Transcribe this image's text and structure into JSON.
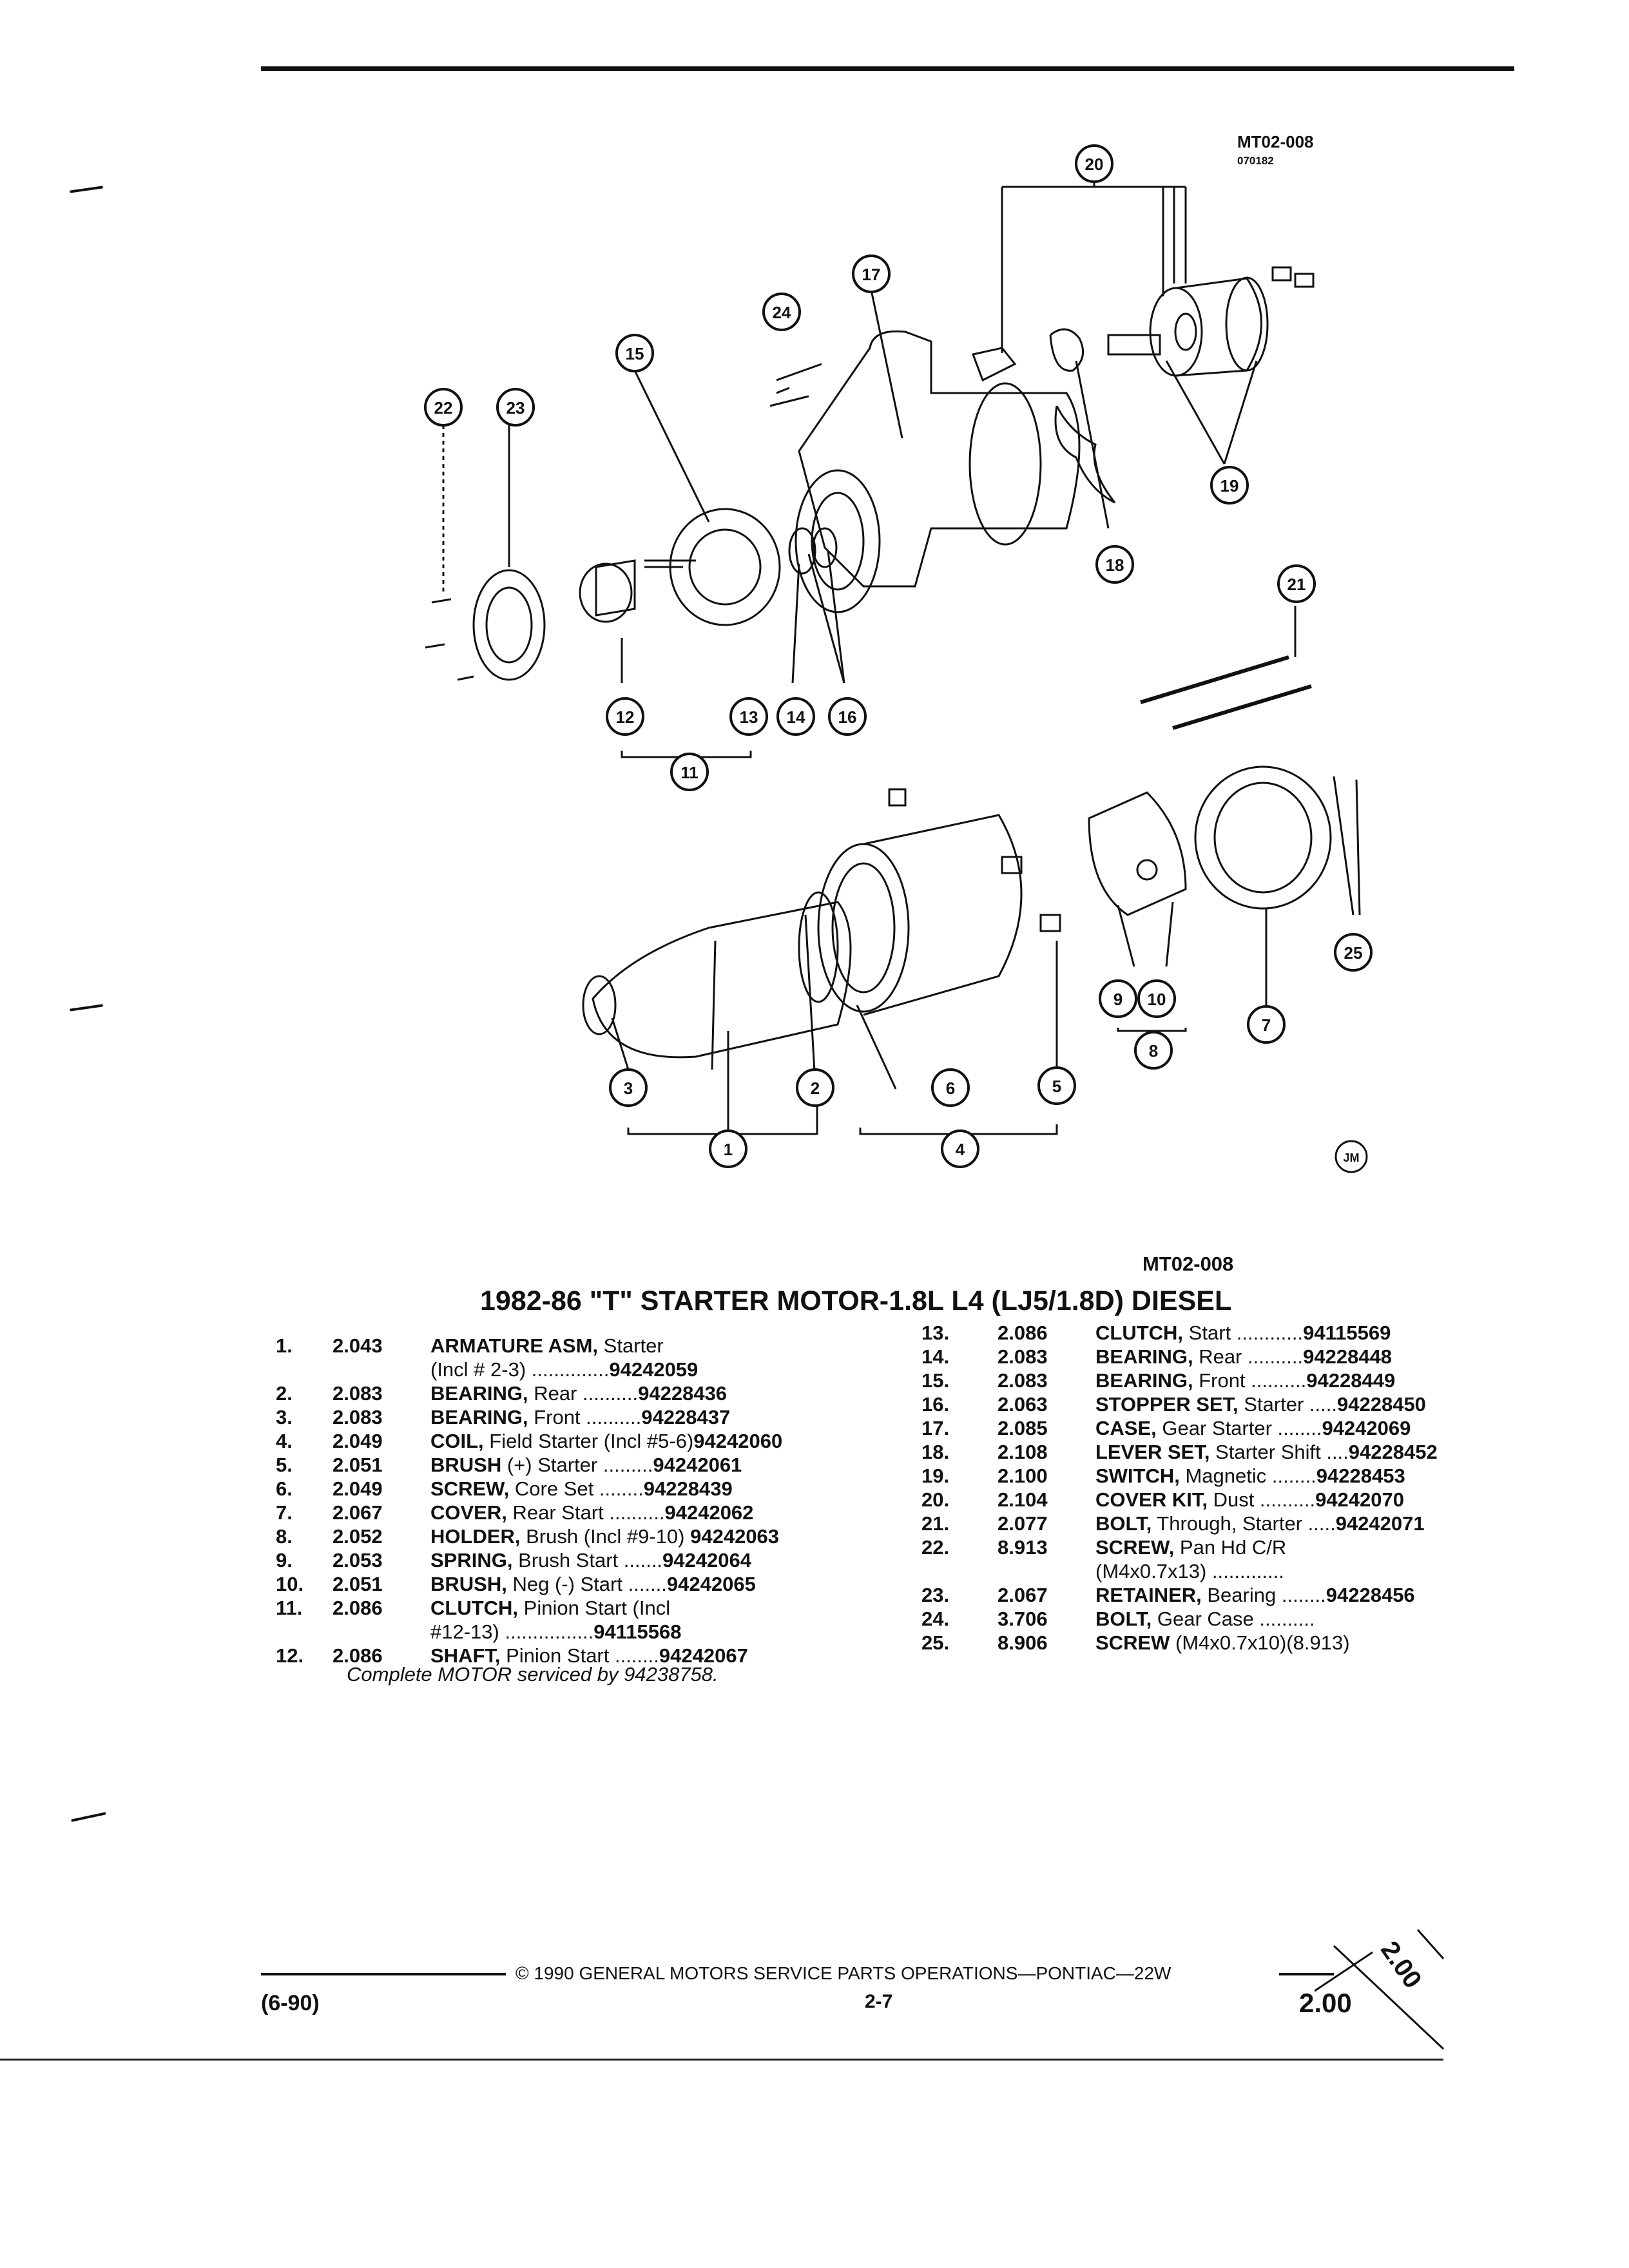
{
  "diagram": {
    "code": "MT02-008",
    "subcode": "070182",
    "artist": "JM",
    "callouts": [
      "1",
      "2",
      "3",
      "4",
      "5",
      "6",
      "7",
      "8",
      "9",
      "10",
      "11",
      "12",
      "13",
      "14",
      "15",
      "16",
      "17",
      "18",
      "19",
      "20",
      "21",
      "22",
      "23",
      "24",
      "25"
    ]
  },
  "figure_code": "MT02-008",
  "title": "1982-86 \"T\" STARTER MOTOR-1.8L L4 (LJ5/1.8D) DIESEL",
  "parts_left": [
    {
      "num": "1.",
      "group": "2.043",
      "name": "ARMATURE ASM,",
      "detail": " Starter",
      "pn": ""
    },
    {
      "num": "",
      "group": "",
      "name": "",
      "detail": "(Incl # 2-3) ..............",
      "pn": "94242059"
    },
    {
      "num": "2.",
      "group": "2.083",
      "name": "BEARING,",
      "detail": " Rear ..........",
      "pn": "94228436"
    },
    {
      "num": "3.",
      "group": "2.083",
      "name": "BEARING,",
      "detail": " Front ..........",
      "pn": "94228437"
    },
    {
      "num": "4.",
      "group": "2.049",
      "name": "COIL,",
      "detail": " Field Starter (Incl #5-6)",
      "pn": "94242060"
    },
    {
      "num": "5.",
      "group": "2.051",
      "name": "BRUSH",
      "detail": " (+) Starter .........",
      "pn": "94242061"
    },
    {
      "num": "6.",
      "group": "2.049",
      "name": "SCREW,",
      "detail": " Core Set ........",
      "pn": "94228439"
    },
    {
      "num": "7.",
      "group": "2.067",
      "name": "COVER,",
      "detail": " Rear Start ..........",
      "pn": "94242062"
    },
    {
      "num": "8.",
      "group": "2.052",
      "name": "HOLDER,",
      "detail": " Brush (Incl #9-10) ",
      "pn": "94242063"
    },
    {
      "num": "9.",
      "group": "2.053",
      "name": "SPRING,",
      "detail": " Brush Start .......",
      "pn": "94242064"
    },
    {
      "num": "10.",
      "group": "2.051",
      "name": "BRUSH,",
      "detail": " Neg (-) Start .......",
      "pn": "94242065"
    },
    {
      "num": "11.",
      "group": "2.086",
      "name": "CLUTCH,",
      "detail": " Pinion Start (Incl",
      "pn": ""
    },
    {
      "num": "",
      "group": "",
      "name": "",
      "detail": "#12-13) ................",
      "pn": "94115568"
    },
    {
      "num": "12.",
      "group": "2.086",
      "name": "SHAFT,",
      "detail": " Pinion Start ........",
      "pn": "94242067"
    }
  ],
  "parts_right": [
    {
      "num": "13.",
      "group": "2.086",
      "name": "CLUTCH,",
      "detail": " Start ............",
      "pn": "94115569"
    },
    {
      "num": "14.",
      "group": "2.083",
      "name": "BEARING,",
      "detail": " Rear ..........",
      "pn": "94228448"
    },
    {
      "num": "15.",
      "group": "2.083",
      "name": "BEARING,",
      "detail": " Front ..........",
      "pn": "94228449"
    },
    {
      "num": "16.",
      "group": "2.063",
      "name": "STOPPER SET,",
      "detail": " Starter .....",
      "pn": "94228450"
    },
    {
      "num": "17.",
      "group": "2.085",
      "name": "CASE,",
      "detail": " Gear Starter ........",
      "pn": "94242069"
    },
    {
      "num": "18.",
      "group": "2.108",
      "name": "LEVER SET,",
      "detail": " Starter Shift ....",
      "pn": "94228452"
    },
    {
      "num": "19.",
      "group": "2.100",
      "name": "SWITCH,",
      "detail": " Magnetic ........",
      "pn": "94228453"
    },
    {
      "num": "20.",
      "group": "2.104",
      "name": "COVER KIT,",
      "detail": " Dust ..........",
      "pn": "94242070"
    },
    {
      "num": "21.",
      "group": "2.077",
      "name": "BOLT,",
      "detail": " Through, Starter .....",
      "pn": "94242071"
    },
    {
      "num": "22.",
      "group": "8.913",
      "name": "SCREW,",
      "detail": " Pan Hd C/R",
      "pn": ""
    },
    {
      "num": "",
      "group": "",
      "name": "",
      "detail": "(M4x0.7x13) .............",
      "pn": ""
    },
    {
      "num": "23.",
      "group": "2.067",
      "name": "RETAINER,",
      "detail": " Bearing ........",
      "pn": "94228456"
    },
    {
      "num": "24.",
      "group": "3.706",
      "name": "BOLT,",
      "detail": " Gear Case ..........",
      "pn": ""
    },
    {
      "num": "25.",
      "group": "8.906",
      "name": "SCREW",
      "detail": " (M4x0.7x10)(8.913)",
      "pn": ""
    }
  ],
  "note": "Complete MOTOR serviced by 94238758.",
  "footer": {
    "copyright": "© 1990 GENERAL MOTORS SERVICE PARTS OPERATIONS—PONTIAC—22W",
    "page": "2-7",
    "date": "(6-90)",
    "section": "2.00",
    "section_rotated": "2.00"
  }
}
